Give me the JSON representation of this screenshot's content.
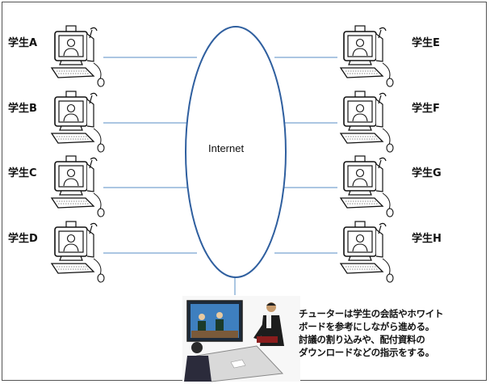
{
  "diagram": {
    "center_label": "Internet",
    "students_left": [
      {
        "label": "学生A"
      },
      {
        "label": "学生B"
      },
      {
        "label": "学生C"
      },
      {
        "label": "学生D"
      }
    ],
    "students_right": [
      {
        "label": "学生E"
      },
      {
        "label": "学生F"
      },
      {
        "label": "学生G"
      },
      {
        "label": "学生H"
      }
    ],
    "caption_lines": [
      "チューターは学生の会話やホワイト",
      "ボードを参考にしながら進める。",
      "討議の割り込みや、配付資料の",
      "ダウンロードなどの指示をする。"
    ],
    "colors": {
      "ellipse": "#2f5f9f",
      "link": "#8fb4d8",
      "border": "#555555"
    }
  }
}
